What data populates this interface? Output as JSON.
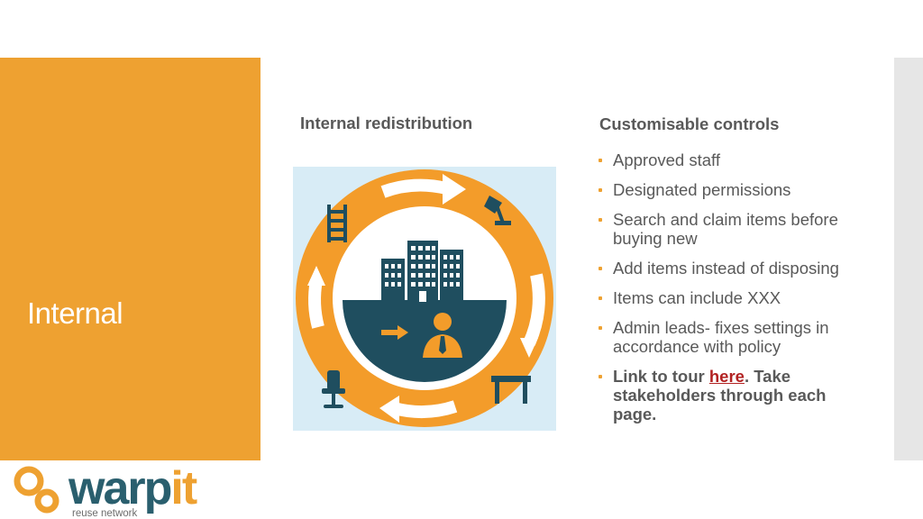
{
  "slide": {
    "section_title": "Internal",
    "left_heading": "Internal redistribution",
    "right_heading": "Customisable controls"
  },
  "bullets": [
    "Approved staff",
    "Designated permissions",
    "Search and claim items before buying new",
    "Add items instead of disposing",
    "Items can include XXX",
    "Admin leads- fixes settings in accordance with policy"
  ],
  "last_bullet": {
    "prefix": "Link to tour ",
    "link_text": "here",
    "suffix": ".  Take stakeholders through each page."
  },
  "logo": {
    "word_main": "warp",
    "word_accent": "it",
    "tagline": "reuse network"
  },
  "colors": {
    "accent_orange": "#eea131",
    "navy": "#1f4e5f",
    "text_gray": "#595959",
    "link_red": "#b22222"
  },
  "icons": [
    "recycle-arrows-icon",
    "ladder-icon",
    "desk-lamp-icon",
    "office-chair-icon",
    "table-icon",
    "office-buildings-icon",
    "businessman-icon",
    "arrow-right-icon"
  ]
}
